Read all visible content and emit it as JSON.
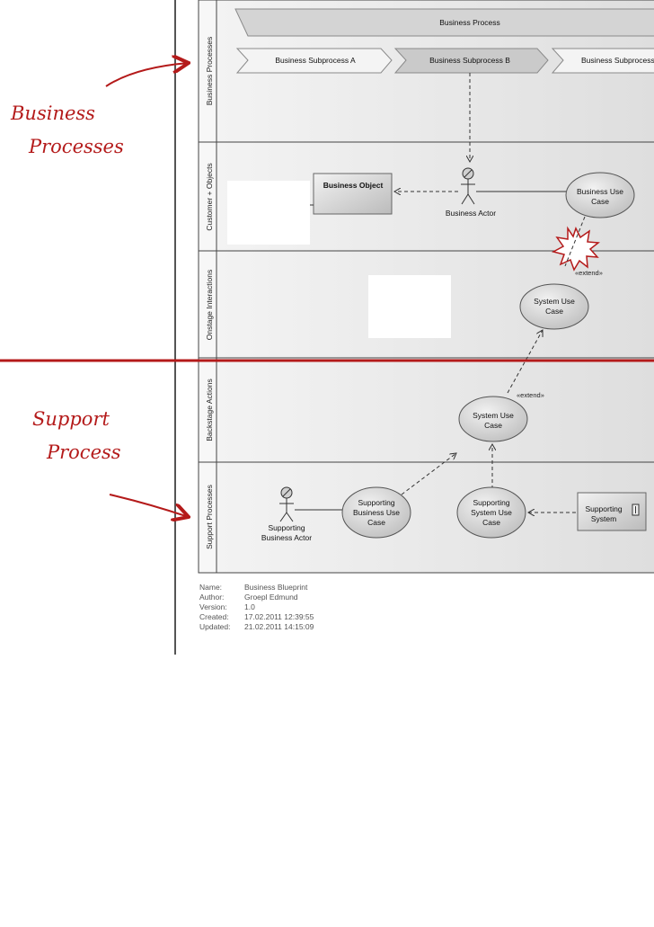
{
  "lanes": [
    {
      "label": "Business Processes"
    },
    {
      "label": "Customer + Objects"
    },
    {
      "label": "Onstage Interactions"
    },
    {
      "label": "Backstage Actions"
    },
    {
      "label": "Support Processes"
    }
  ],
  "process": {
    "title": "Business Process",
    "subprocesses": [
      "Business Subprocess A",
      "Business Subprocess B",
      "Business Subprocess C"
    ]
  },
  "elements": {
    "business_object": "Business Object",
    "business_actor": "Business Actor",
    "business_use_case": [
      "Business Use",
      "Case"
    ],
    "system_use_case_onstage": [
      "System Use",
      "Case"
    ],
    "system_use_case_backstage": [
      "System Use",
      "Case"
    ],
    "supporting_business_use_case": [
      "Supporting",
      "Business Use",
      "Case"
    ],
    "supporting_system_use_case": [
      "Supporting",
      "System Use",
      "Case"
    ],
    "supporting_system": [
      "Supporting",
      "System"
    ],
    "supporting_business_actor": [
      "Supporting",
      "Business Actor"
    ],
    "extend_label_1": "«extend»",
    "extend_label_2": "«extend»"
  },
  "metadata": {
    "rows": [
      {
        "key": "Name:",
        "value": "Business Blueprint"
      },
      {
        "key": "Author:",
        "value": "Groepl Edmund"
      },
      {
        "key": "Version:",
        "value": "1.0"
      },
      {
        "key": "Created:",
        "value": "17.02.2011 12:39:55"
      },
      {
        "key": "Updated:",
        "value": "21.02.2011 14:15:09"
      }
    ]
  },
  "annotations": {
    "business": [
      "Business",
      "Processes"
    ],
    "support": [
      "Support",
      "Process"
    ]
  },
  "colors": {
    "annotation_red": "#b41a1a",
    "lane_fill": "#ebebeb",
    "use_case_fill": "#d9d9d9"
  }
}
